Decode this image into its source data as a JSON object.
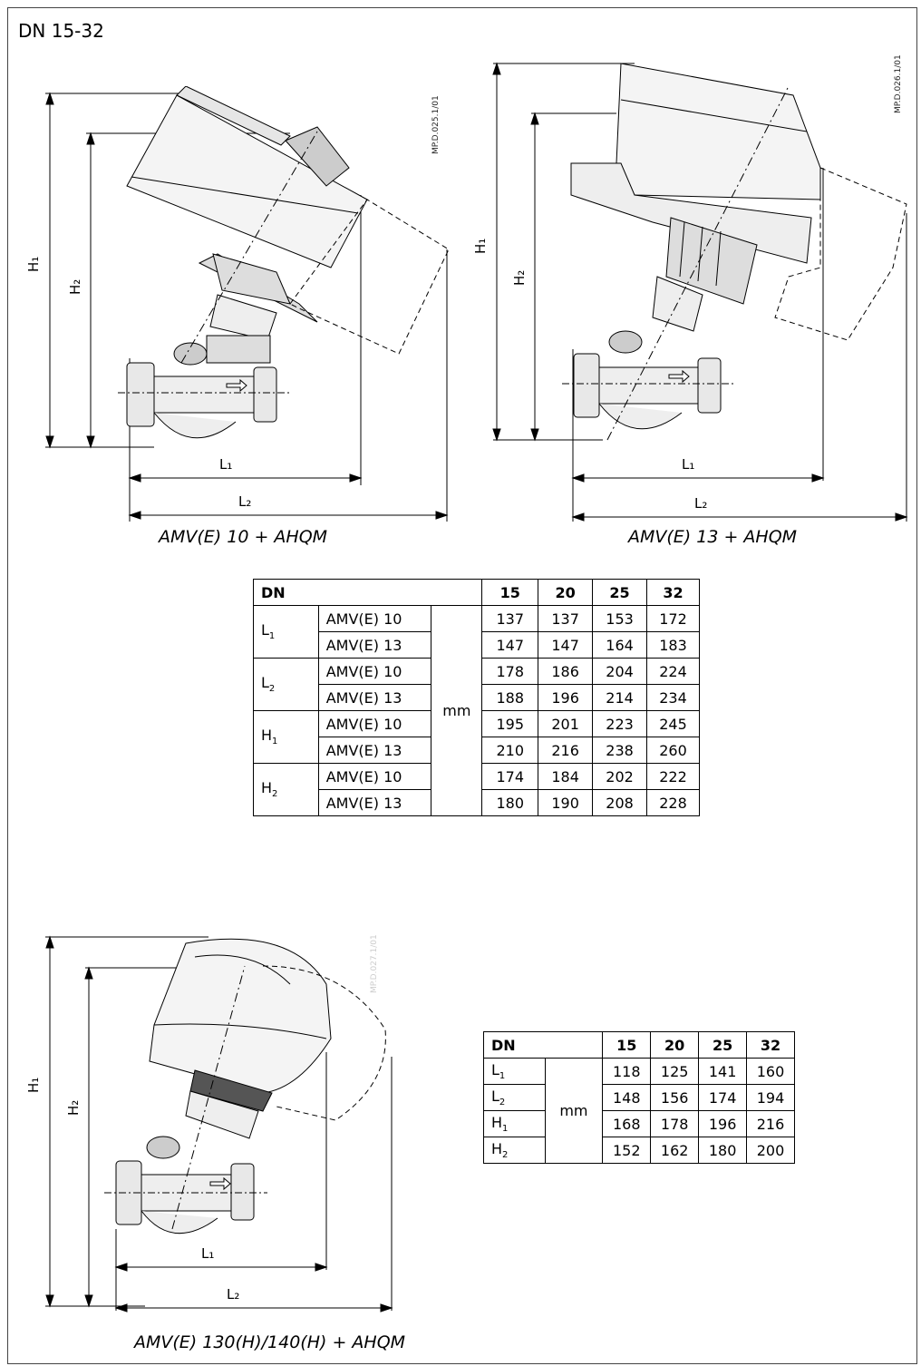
{
  "section_title": "DN 15-32",
  "drawings": [
    {
      "caption": "AMV(E) 10 + AHQM",
      "code": "MP.D.025.1/01",
      "labels": {
        "H1": "H",
        "H2": "H",
        "L1": "L",
        "L2": "L"
      }
    },
    {
      "caption": "AMV(E) 13 + AHQM",
      "code": "MP.D.026.1/01"
    },
    {
      "caption": "AMV(E) 130(H)/140(H) + AHQM",
      "code": "MP.D.027.1/01"
    }
  ],
  "table1": {
    "header": [
      "DN",
      "15",
      "20",
      "25",
      "32"
    ],
    "unit": "mm",
    "groups": [
      {
        "dim": "L",
        "sub": "1",
        "rows": [
          {
            "model": "AMV(E) 10",
            "values": [
              "137",
              "137",
              "153",
              "172"
            ]
          },
          {
            "model": "AMV(E) 13",
            "values": [
              "147",
              "147",
              "164",
              "183"
            ]
          }
        ]
      },
      {
        "dim": "L",
        "sub": "2",
        "rows": [
          {
            "model": "AMV(E) 10",
            "values": [
              "178",
              "186",
              "204",
              "224"
            ]
          },
          {
            "model": "AMV(E) 13",
            "values": [
              "188",
              "196",
              "214",
              "234"
            ]
          }
        ]
      },
      {
        "dim": "H",
        "sub": "1",
        "rows": [
          {
            "model": "AMV(E) 10",
            "values": [
              "195",
              "201",
              "223",
              "245"
            ]
          },
          {
            "model": "AMV(E) 13",
            "values": [
              "210",
              "216",
              "238",
              "260"
            ]
          }
        ]
      },
      {
        "dim": "H",
        "sub": "2",
        "rows": [
          {
            "model": "AMV(E) 10",
            "values": [
              "174",
              "184",
              "202",
              "222"
            ]
          },
          {
            "model": "AMV(E) 13",
            "values": [
              "180",
              "190",
              "208",
              "228"
            ]
          }
        ]
      }
    ]
  },
  "table2": {
    "header": [
      "DN",
      "15",
      "20",
      "25",
      "32"
    ],
    "unit": "mm",
    "rows": [
      {
        "dim": "L",
        "sub": "1",
        "values": [
          "118",
          "125",
          "141",
          "160"
        ]
      },
      {
        "dim": "L",
        "sub": "2",
        "values": [
          "148",
          "156",
          "174",
          "194"
        ]
      },
      {
        "dim": "H",
        "sub": "1",
        "values": [
          "168",
          "178",
          "196",
          "216"
        ]
      },
      {
        "dim": "H",
        "sub": "2",
        "values": [
          "152",
          "162",
          "180",
          "200"
        ]
      }
    ]
  }
}
